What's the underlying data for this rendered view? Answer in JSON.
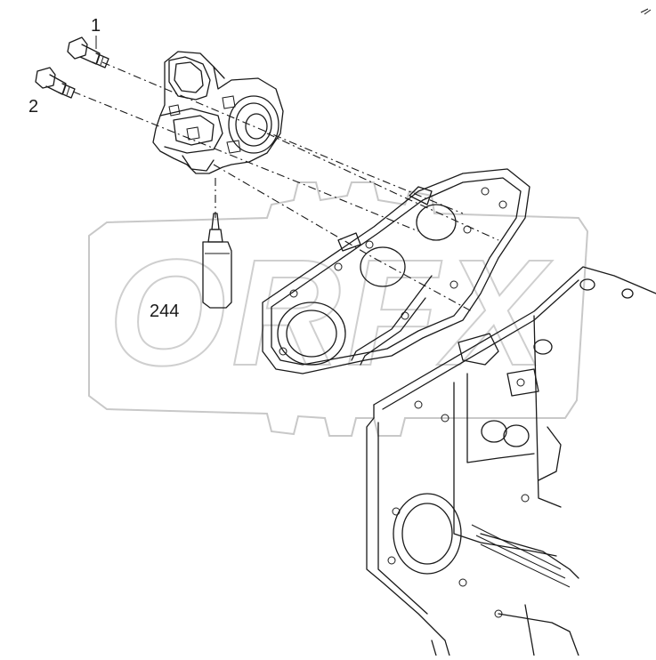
{
  "diagram": {
    "callouts": [
      {
        "id": "1",
        "label": "1"
      },
      {
        "id": "2",
        "label": "2"
      },
      {
        "id": "244",
        "label": "244"
      }
    ],
    "watermark": {
      "text": "ORFX",
      "color": "#c8c8c8"
    },
    "line_color": "#1a1a1a",
    "background": "#ffffff"
  }
}
